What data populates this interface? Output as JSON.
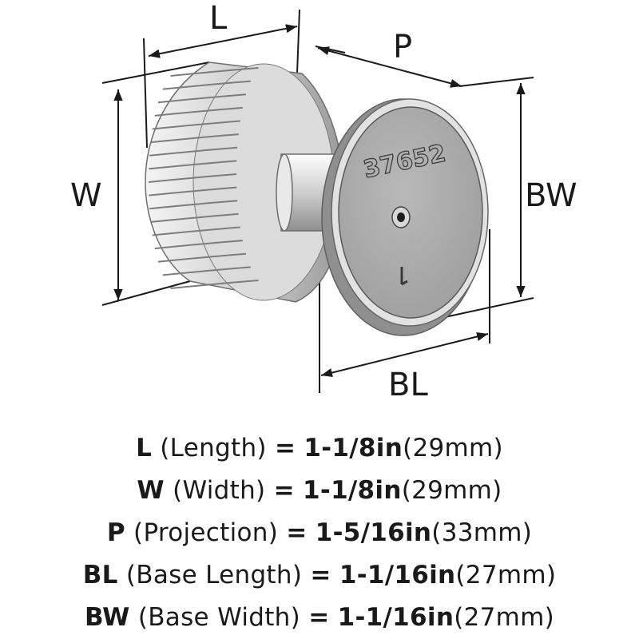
{
  "part_number": "37652",
  "dimension_labels": {
    "length": "L",
    "width": "W",
    "projection": "P",
    "base_length": "BL",
    "base_width": "BW"
  },
  "specs": [
    {
      "code": "L",
      "name": "(Length)",
      "eq": "=",
      "imperial": "1-1/8in",
      "metric": "(29mm)"
    },
    {
      "code": "W",
      "name": "(Width)",
      "eq": "=",
      "imperial": "1-1/8in",
      "metric": "(29mm)"
    },
    {
      "code": "P",
      "name": "(Projection)",
      "eq": "=",
      "imperial": "1-5/16in",
      "metric": "(33mm)"
    },
    {
      "code": "BL",
      "name": "(Base Length)",
      "eq": "=",
      "imperial": "1-1/16in",
      "metric": "(27mm)"
    },
    {
      "code": "BW",
      "name": "(Base Width)",
      "eq": "=",
      "imperial": "1-1/16in",
      "metric": "(27mm)"
    }
  ]
}
